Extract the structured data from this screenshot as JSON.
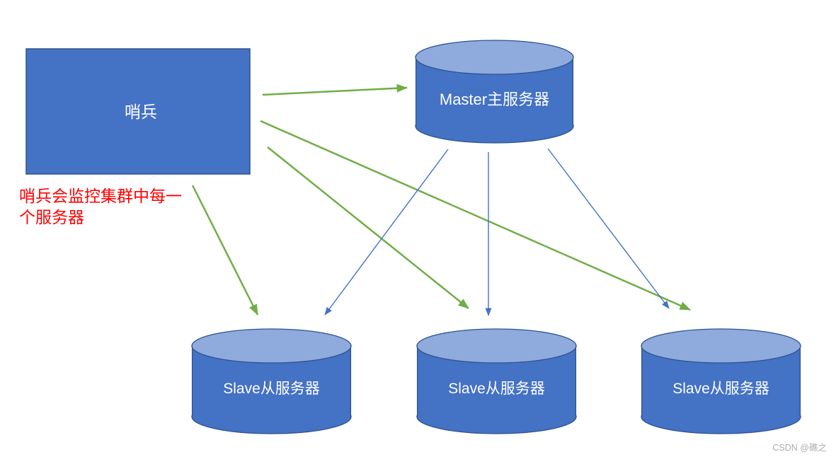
{
  "diagram": {
    "type": "redis-sentinel-replication-topology",
    "nodes": {
      "sentinel": {
        "label": "哨兵",
        "shape": "rectangle"
      },
      "master": {
        "label": "Master主服务器",
        "shape": "cylinder"
      },
      "slaves": [
        {
          "label": "Slave从服务器",
          "shape": "cylinder"
        },
        {
          "label": "Slave从服务器",
          "shape": "cylinder"
        },
        {
          "label": "Slave从服务器",
          "shape": "cylinder"
        }
      ]
    },
    "edges": [
      {
        "from": "sentinel",
        "to": "master",
        "color": "green"
      },
      {
        "from": "sentinel",
        "to": "slave-1",
        "color": "green"
      },
      {
        "from": "sentinel",
        "to": "slave-2",
        "color": "green"
      },
      {
        "from": "sentinel",
        "to": "slave-3",
        "color": "green"
      },
      {
        "from": "master",
        "to": "slave-1",
        "color": "blue"
      },
      {
        "from": "master",
        "to": "slave-2",
        "color": "blue"
      },
      {
        "from": "master",
        "to": "slave-3",
        "color": "blue"
      }
    ],
    "annotation": {
      "line1": "哨兵会监控集群中每一",
      "line2": "个服务器"
    }
  },
  "watermark": {
    "text": "CSDN @礁之"
  },
  "colors": {
    "shape_fill": "#4472c4",
    "cylinder_top_fill": "#8faadc",
    "shape_outline": "#2f528f",
    "arrow_green": "#70ad47",
    "arrow_blue": "#4472c4",
    "annotation_red": "#ff0000",
    "watermark_gray": "#acacac",
    "background": "#ffffff"
  }
}
